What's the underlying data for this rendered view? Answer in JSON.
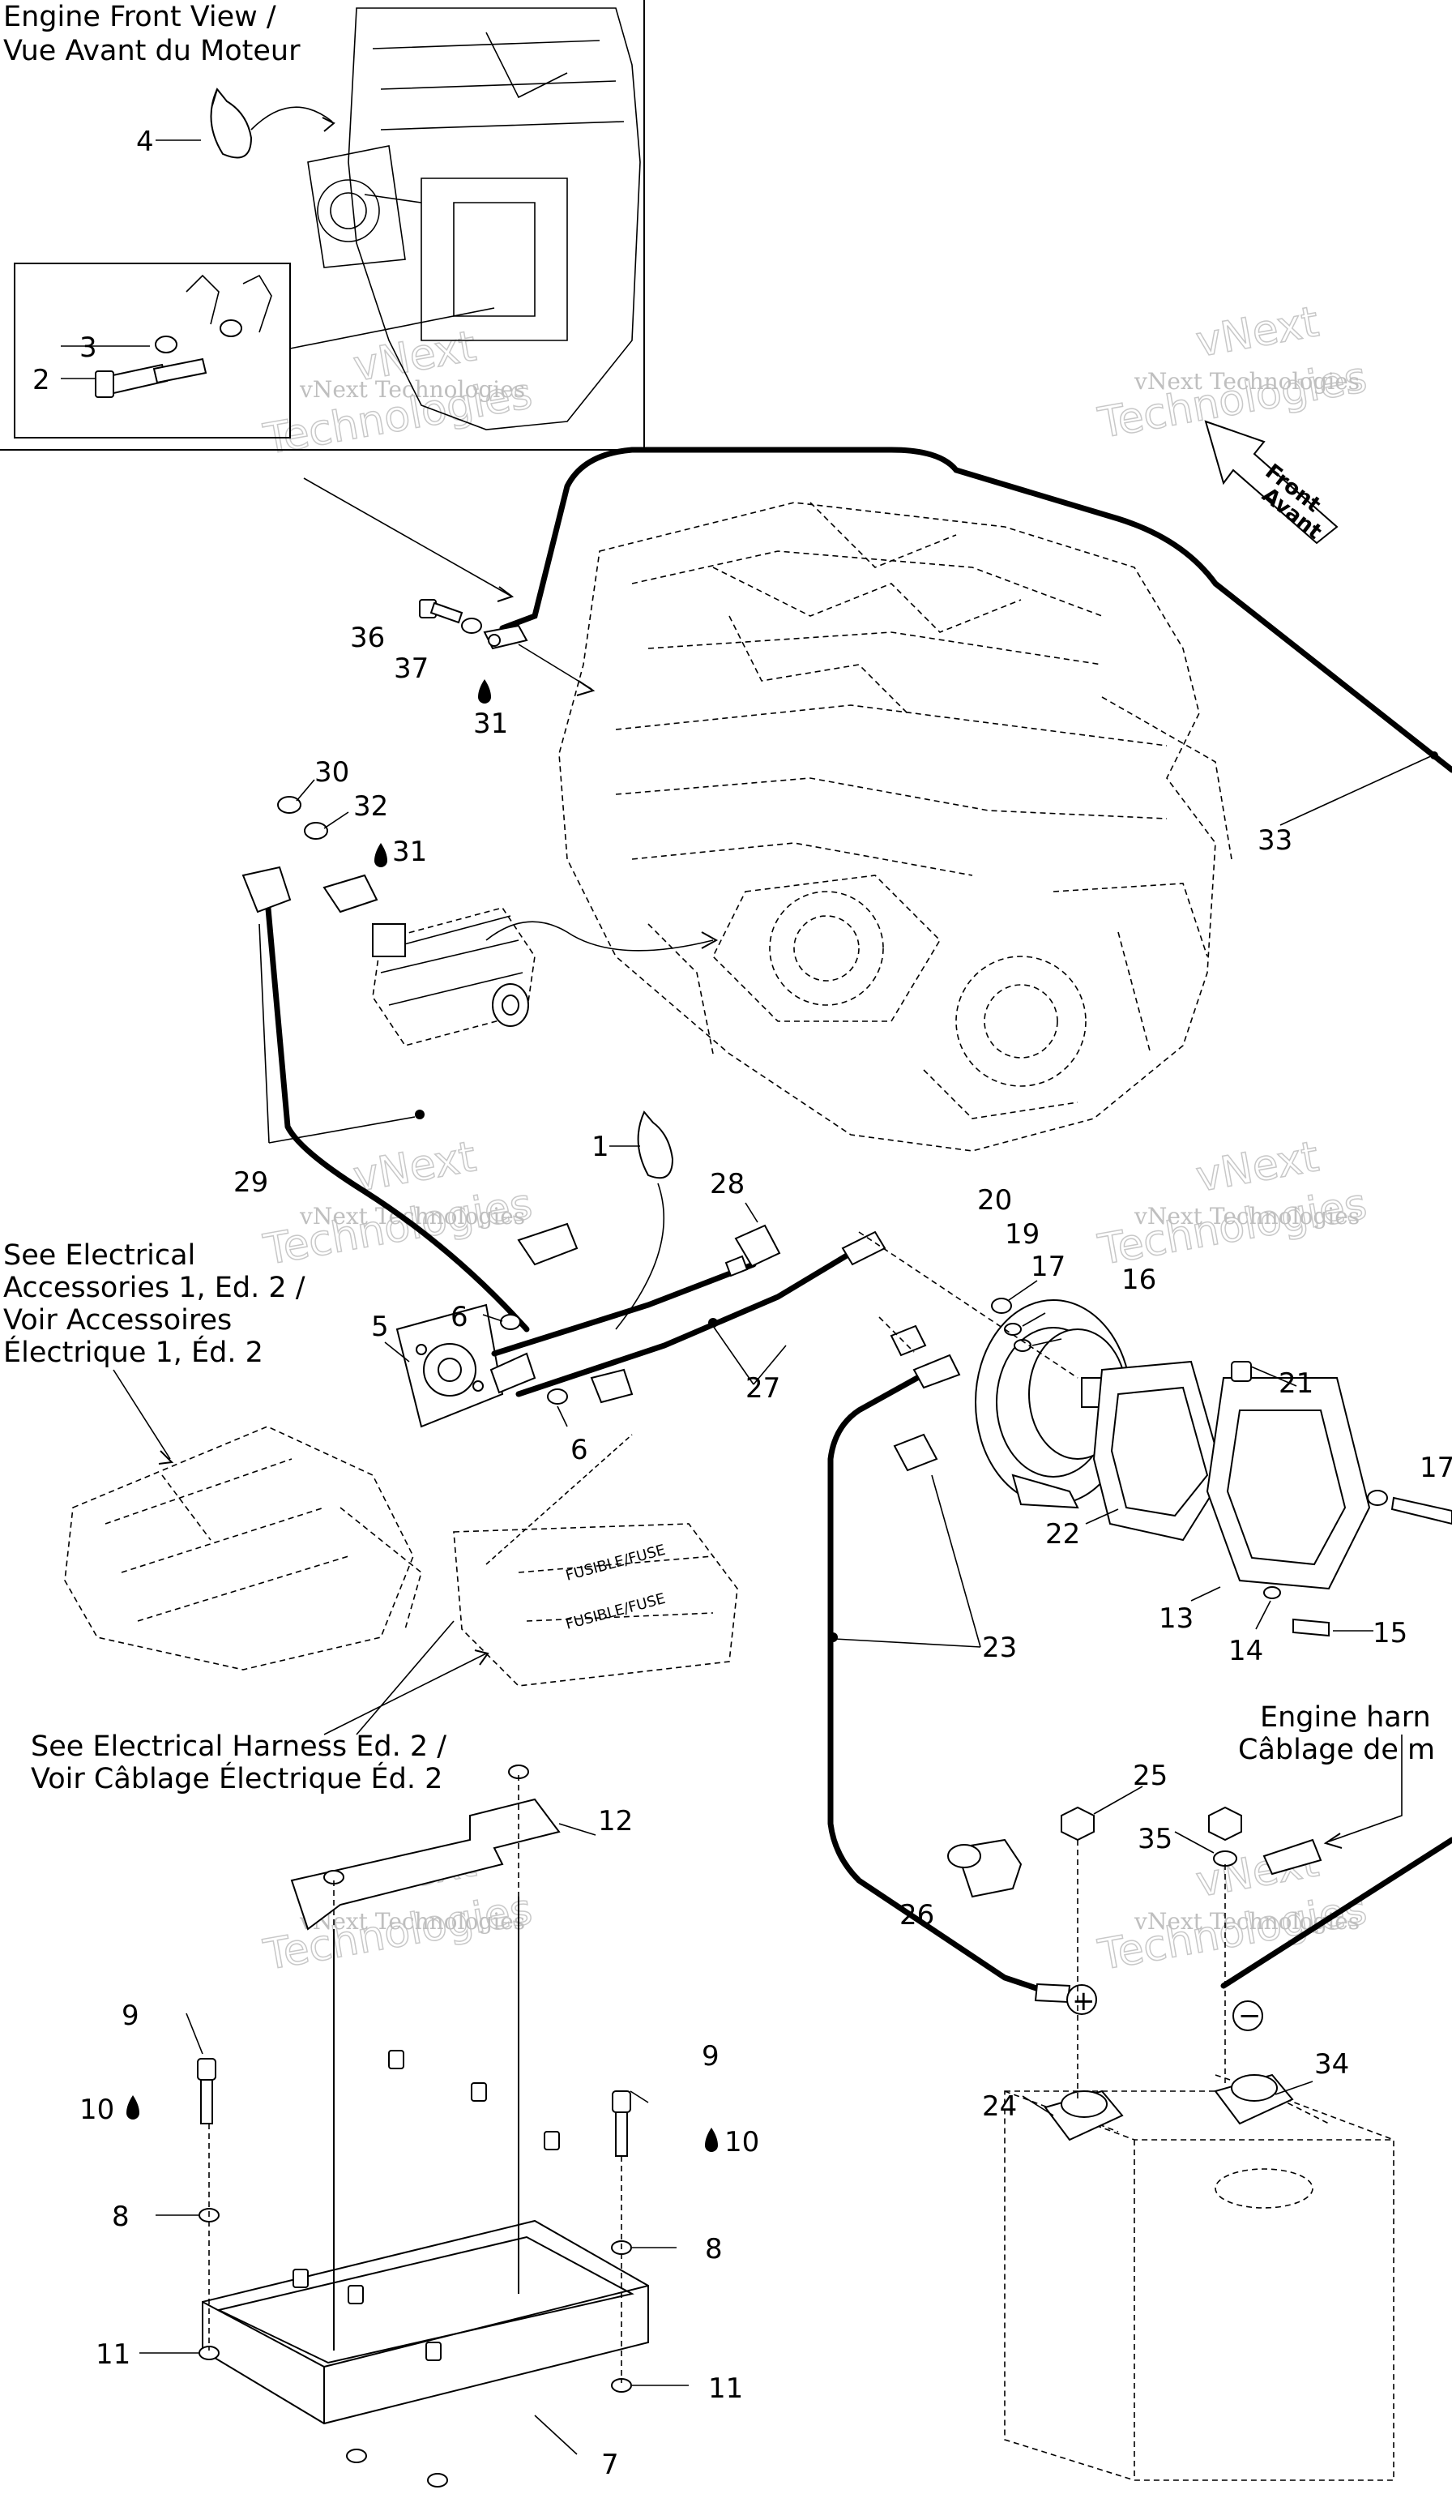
{
  "captions": {
    "engine_front_view": [
      "Engine Front View /",
      "Vue Avant du Moteur"
    ],
    "see_accessories": [
      "See Electrical",
      "Accessories 1, Ed. 2 /",
      "Voir Accessoires",
      "Électrique 1, Éd. 2"
    ],
    "see_harness": [
      "See Electrical Harness Ed. 2 /",
      "Voir Câblage Électrique Éd. 2"
    ],
    "engine_harness": [
      "Engine harn",
      "Câblage de m"
    ],
    "front_arrow": [
      "Front",
      "Avant"
    ]
  },
  "callouts": {
    "n1": "1",
    "n2": "2",
    "n3": "3",
    "n4": "4",
    "n5": "5",
    "n6a": "6",
    "n6b": "6",
    "n7": "7",
    "n8a": "8",
    "n8b": "8",
    "n9a": "9",
    "n9b": "9",
    "n10a": "10",
    "n10b": "10",
    "n11a": "11",
    "n11b": "11",
    "n12": "12",
    "n13": "13",
    "n14": "14",
    "n15": "15",
    "n16": "16",
    "n17a": "17",
    "n17b": "17",
    "n19": "19",
    "n20": "20",
    "n21": "21",
    "n22": "22",
    "n23": "23",
    "n24": "24",
    "n25": "25",
    "n26": "26",
    "n27": "27",
    "n28": "28",
    "n29": "29",
    "n30": "30",
    "n31a": "31",
    "n31b": "31",
    "n32": "32",
    "n33": "33",
    "n34": "34",
    "n35": "35",
    "n36": "36",
    "n37": "37"
  },
  "battery_polarity": {
    "plus": "+",
    "minus": "−"
  },
  "fuse_label": [
    "FUSIBLE/FUSE",
    "FUSIBLE/FUSE"
  ],
  "watermark": {
    "line1": "vNext Technologies",
    "line2": "vNext",
    "line3": "Technologies"
  },
  "icons": {
    "sealant": "droplet-icon"
  },
  "colors": {
    "ink": "#000000",
    "watermark": "#c8c8c8",
    "background": "#ffffff"
  }
}
